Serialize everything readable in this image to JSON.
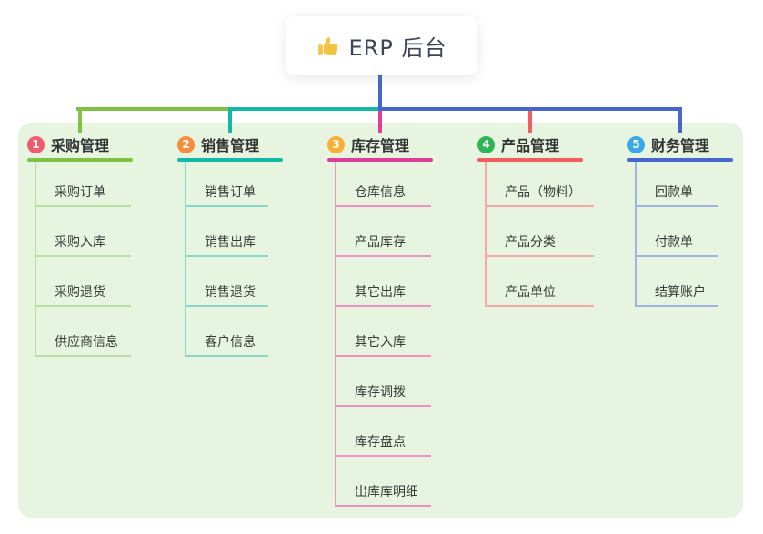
{
  "root": {
    "title": "ERP 后台",
    "icon": "thumbs-up-icon",
    "icon_color": "#f5c242"
  },
  "panel_background": "#e7f5e0",
  "connector_color": "#4566cc",
  "branches": [
    {
      "number": "1",
      "label": "采购管理",
      "badge_color": "#f2596e",
      "accent_color": "#7dc242",
      "light_color": "#b7dfa0",
      "children": [
        "采购订单",
        "采购入库",
        "采购退货",
        "供应商信息"
      ]
    },
    {
      "number": "2",
      "label": "销售管理",
      "badge_color": "#f78d3e",
      "accent_color": "#14b8a8",
      "light_color": "#87d7cd",
      "children": [
        "销售订单",
        "销售出库",
        "销售退货",
        "客户信息"
      ]
    },
    {
      "number": "3",
      "label": "库存管理",
      "badge_color": "#fbb033",
      "accent_color": "#df3d97",
      "light_color": "#f191c5",
      "children": [
        "仓库信息",
        "产品库存",
        "其它出库",
        "其它入库",
        "库存调拨",
        "库存盘点",
        "出库库明细"
      ]
    },
    {
      "number": "4",
      "label": "产品管理",
      "badge_color": "#2db454",
      "accent_color": "#f25e5e",
      "light_color": "#f8a7a7",
      "children": [
        "产品（物料）",
        "产品分类",
        "产品单位"
      ]
    },
    {
      "number": "5",
      "label": "财务管理",
      "badge_color": "#3ba9e8",
      "accent_color": "#4566cc",
      "light_color": "#9db3e2",
      "children": [
        "回款单",
        "付款单",
        "结算账户"
      ]
    }
  ]
}
